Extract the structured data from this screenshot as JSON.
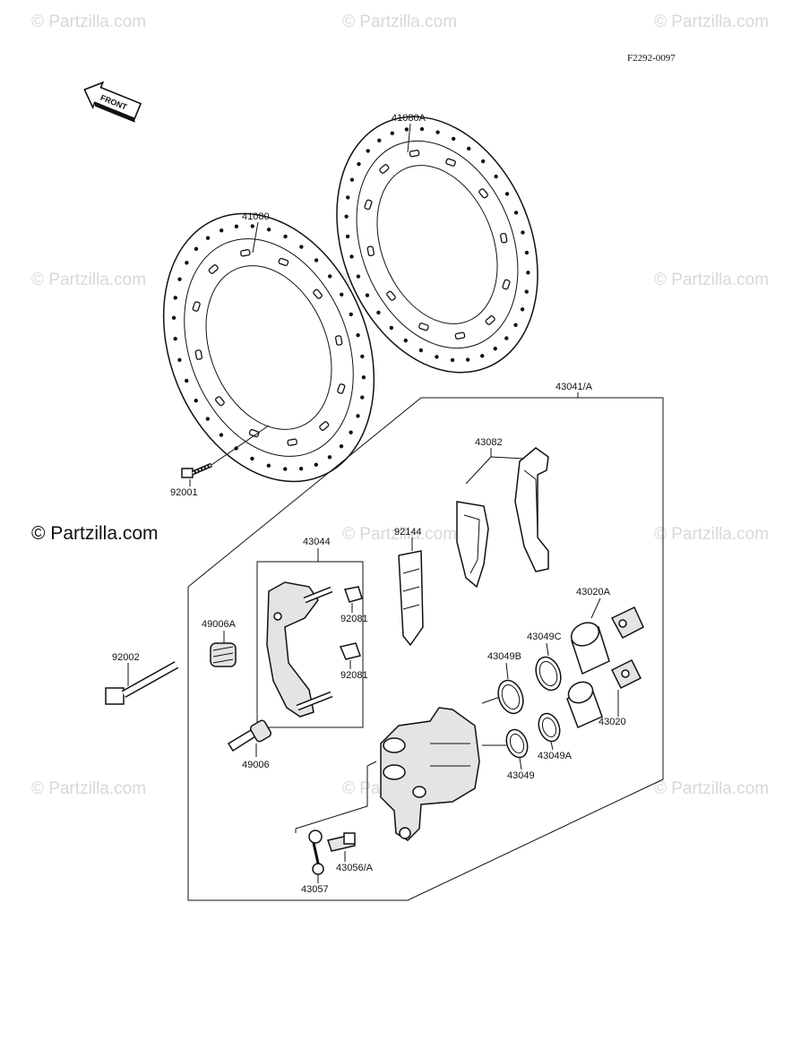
{
  "watermarks": {
    "text": "© Partzilla.com",
    "prominent": "© Partzilla.com"
  },
  "figure_code": "F2292-0097",
  "front_arrow_label": "FRONT",
  "labels": {
    "p41080A": "41080A",
    "p41080": "41080",
    "p92001": "92001",
    "p43041A": "43041/A",
    "p43082": "43082",
    "p92144": "92144",
    "p43044": "43044",
    "p92081a": "92081",
    "p92081b": "92081",
    "p49006A": "49006A",
    "p92002": "92002",
    "p49006": "49006",
    "p43020A": "43020A",
    "p43049C": "43049C",
    "p43049B": "43049B",
    "p43020": "43020",
    "p43049A": "43049A",
    "p43049": "43049",
    "p43056A": "43056/A",
    "p43057": "43057"
  }
}
